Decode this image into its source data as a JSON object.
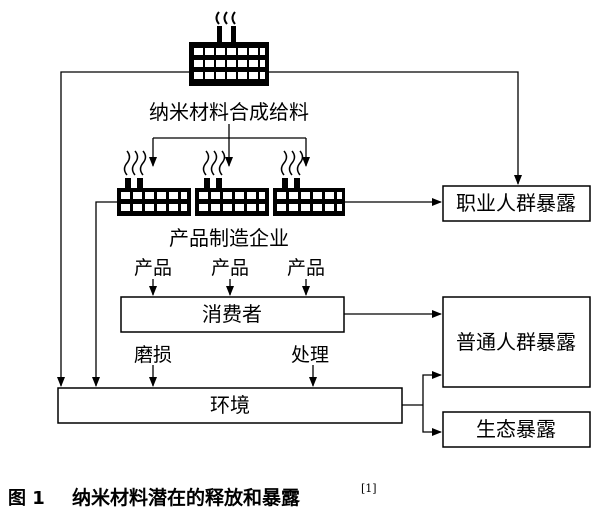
{
  "diagram": {
    "synthesis_label": "纳米材料合成给料",
    "manufacturing_label": "产品制造企业",
    "product_labels": [
      "产品",
      "产品",
      "产品"
    ],
    "consumer_label": "消费者",
    "wear_label": "磨损",
    "disposal_label": "处理",
    "environment_label": "环境",
    "occupational_exposure_label": "职业人群暴露",
    "general_exposure_label": "普通人群暴露",
    "ecological_exposure_label": "生态暴露"
  },
  "caption": {
    "figure_label": "图 1",
    "title": "纳米材料潜在的释放和暴露",
    "reference": "[1]"
  }
}
